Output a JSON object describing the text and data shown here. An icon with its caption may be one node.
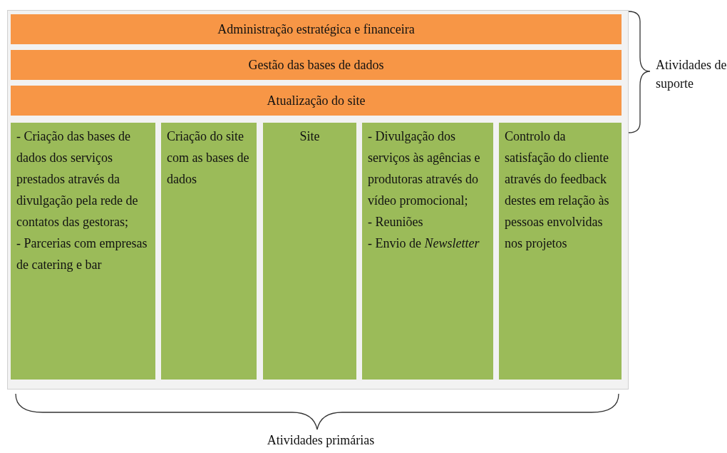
{
  "diagram": {
    "nodes": [
      {
        "text": [
          "Administração estratégica e financeira"
        ]
      },
      {
        "text": [
          "Gestão das bases de dados"
        ]
      },
      {
        "text": [
          "Atualização do site"
        ]
      },
      {
        "text": [
          "- Criação das bases de dados dos serviços prestados através da divulgação pela rede de contatos das gestoras;",
          "- Parcerias com empresas de catering e bar"
        ]
      },
      {
        "text": [
          "Criação do site com as bases de dados"
        ]
      },
      {
        "text": [
          "Site"
        ]
      },
      {
        "text": [
          "- Divulgação dos serviços às agências e produtoras através do vídeo promocional;",
          "- Reuniões",
          "- Envio de *Newsletter*"
        ]
      },
      {
        "text": [
          "Controlo da satisfação do cliente através do feedback destes em relação às pessoas envolvidas nos projetos"
        ]
      }
    ],
    "edges": [],
    "labels": [
      "Atividades de suporte",
      "Atividades primárias"
    ]
  }
}
